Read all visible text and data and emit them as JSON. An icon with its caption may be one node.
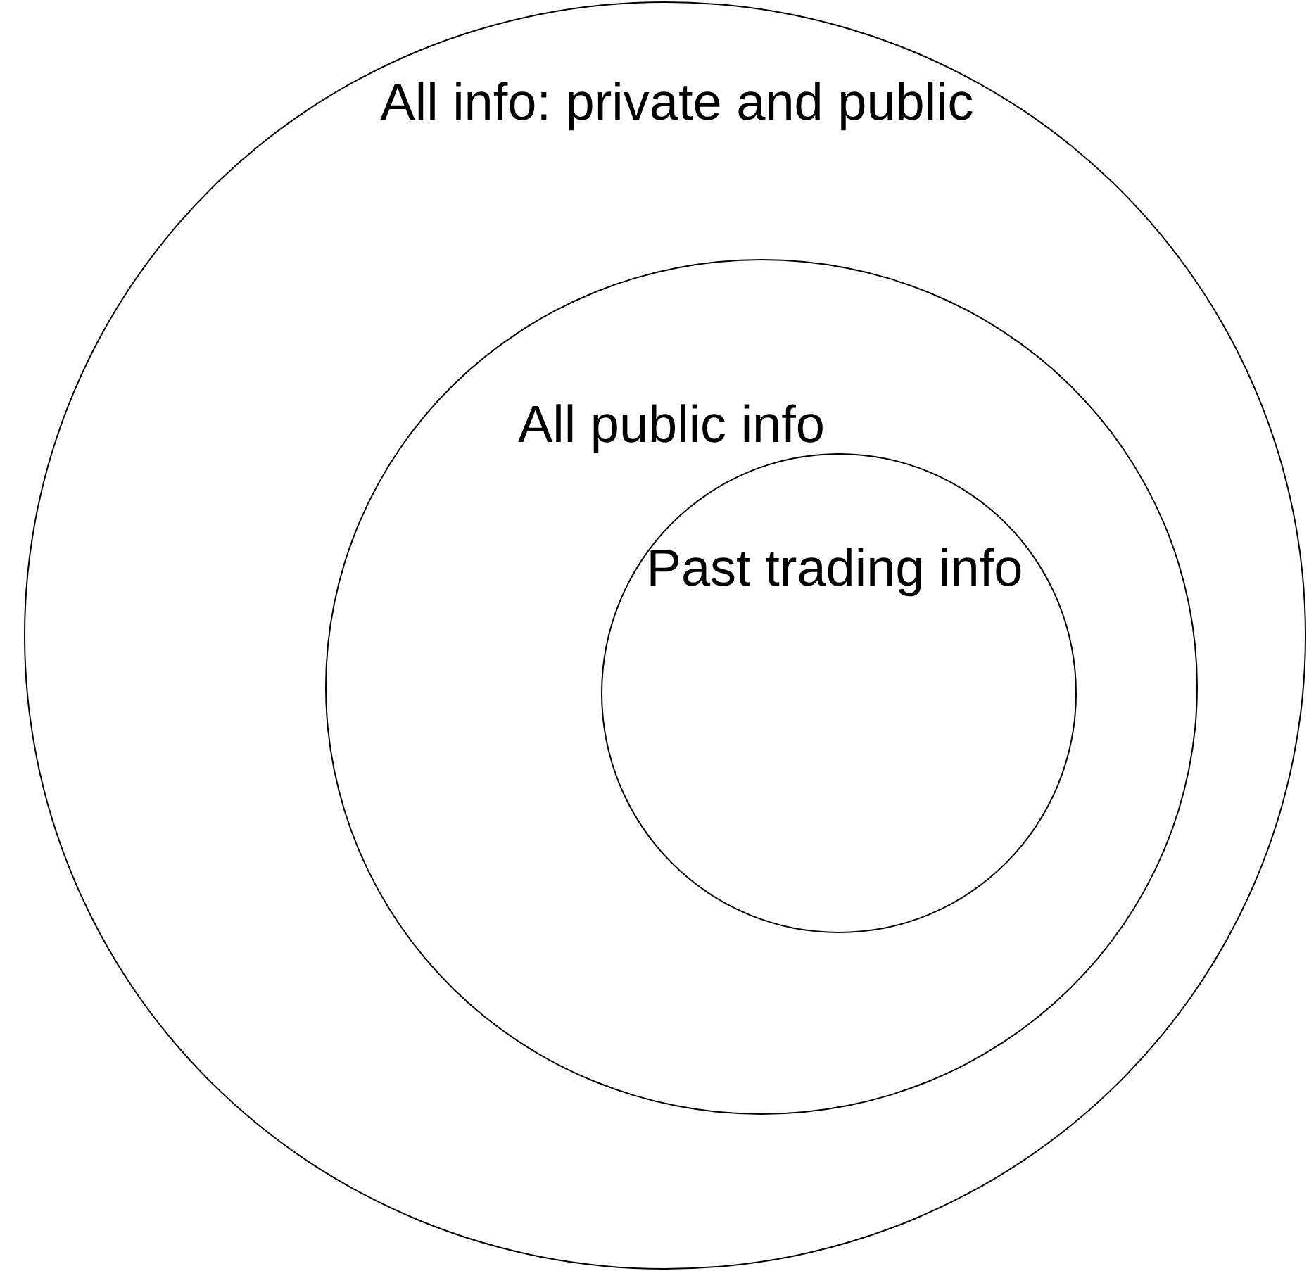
{
  "diagram": {
    "nodes": [
      {
        "text": [
          "All info: private and public"
        ]
      },
      {
        "text": [
          "All public info"
        ],
        "in": 0
      },
      {
        "text": [
          "Past trading info"
        ],
        "in": 1
      }
    ]
  }
}
